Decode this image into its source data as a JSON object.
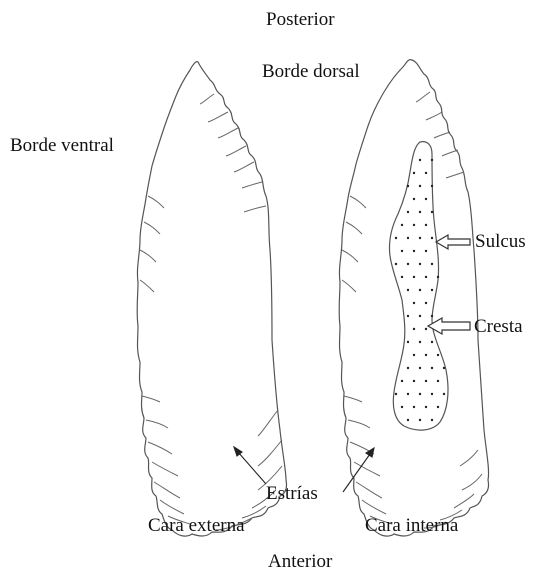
{
  "labels": {
    "posterior": "Posterior",
    "borde_dorsal": "Borde dorsal",
    "borde_ventral": "Borde ventral",
    "sulcus": "Sulcus",
    "cresta": "Cresta",
    "estrias": "Estrías",
    "cara_externa": "Cara externa",
    "cara_interna": "Cara interna",
    "anterior": "Anterior"
  },
  "colors": {
    "outline": "#555555",
    "text": "#111111",
    "dots": "#222222"
  }
}
